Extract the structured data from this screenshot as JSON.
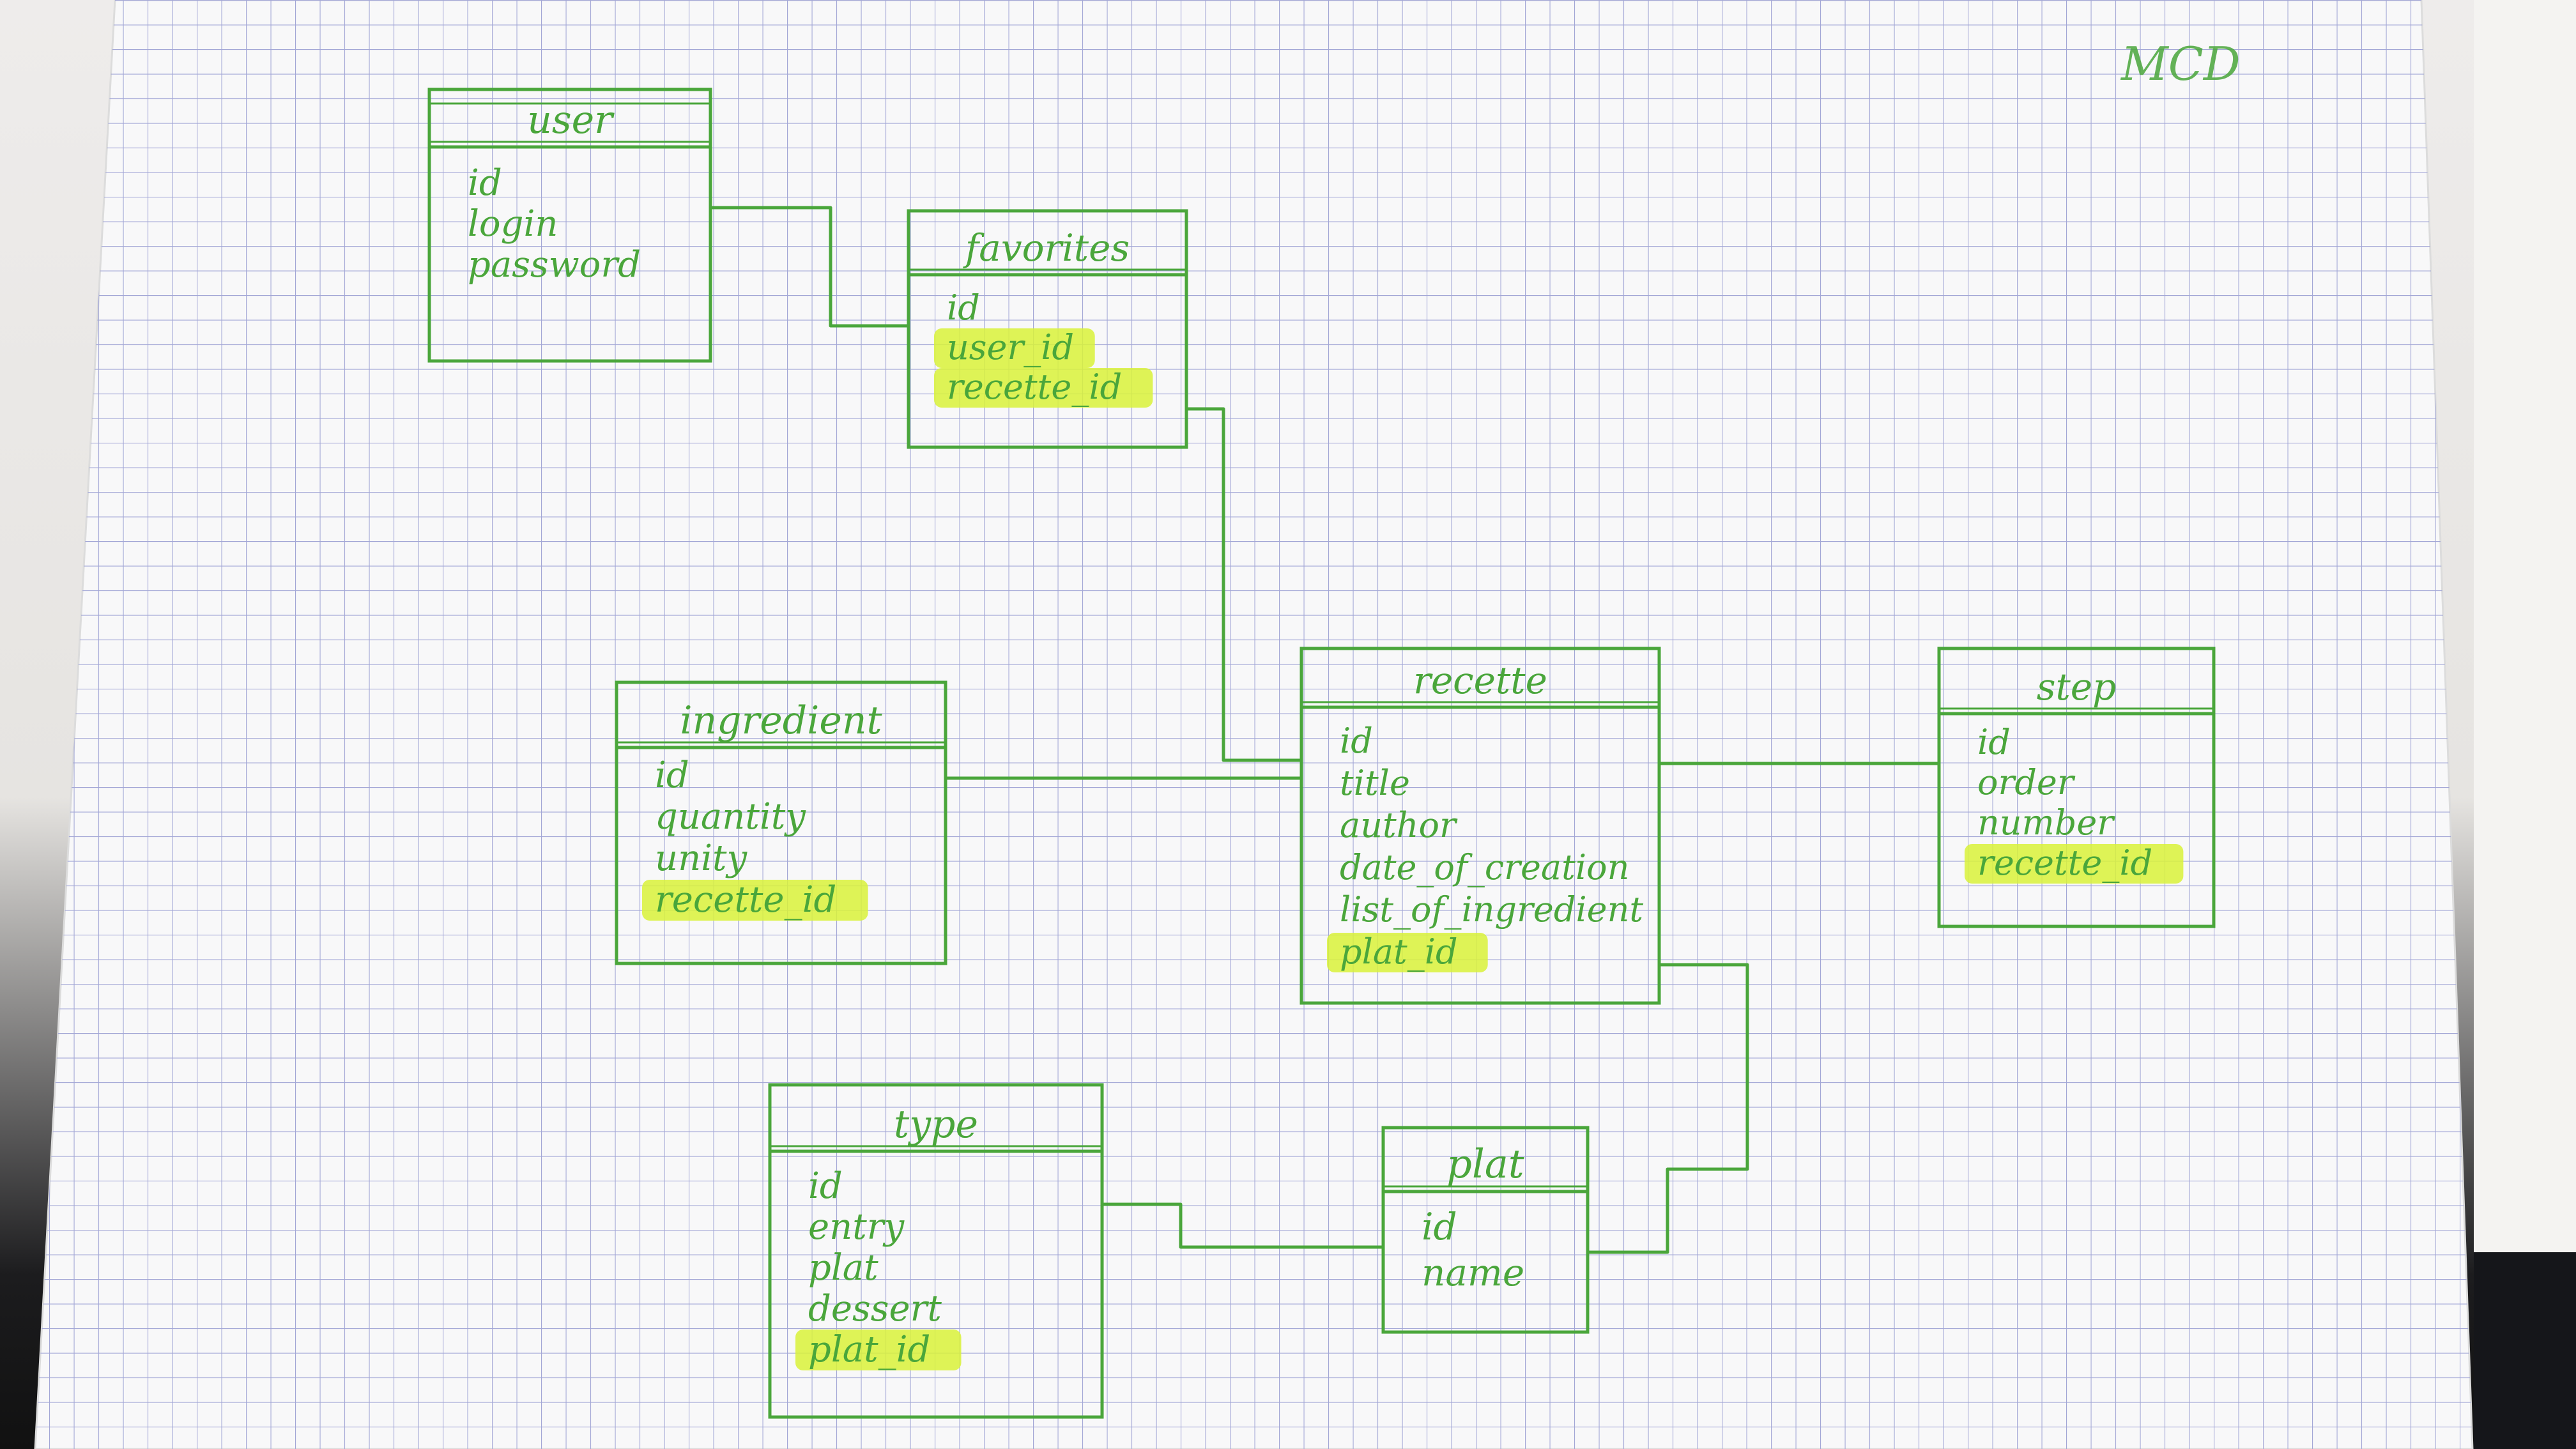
{
  "page_label": "MCD",
  "colors": {
    "ink": "#4aa63b",
    "highlight": "#d9f23a",
    "grid": "#9a9fd0",
    "paper": "#f7f7f8"
  },
  "entities": [
    {
      "key": "user",
      "name": "user",
      "attributes": [
        {
          "text": "id",
          "fk": false
        },
        {
          "text": "login",
          "fk": false
        },
        {
          "text": "password",
          "fk": false
        }
      ]
    },
    {
      "key": "favorites",
      "name": "favorites",
      "attributes": [
        {
          "text": "id",
          "fk": false
        },
        {
          "text": "user_id",
          "fk": true
        },
        {
          "text": "recette_id",
          "fk": true
        }
      ]
    },
    {
      "key": "ingredient",
      "name": "ingredient",
      "attributes": [
        {
          "text": "id",
          "fk": false
        },
        {
          "text": "quantity",
          "fk": false
        },
        {
          "text": "unity",
          "fk": false
        },
        {
          "text": "recette_id",
          "fk": true
        }
      ]
    },
    {
      "key": "recette",
      "name": "recette",
      "attributes": [
        {
          "text": "id",
          "fk": false
        },
        {
          "text": "title",
          "fk": false
        },
        {
          "text": "author",
          "fk": false
        },
        {
          "text": "date_of_creation",
          "fk": false
        },
        {
          "text": "list_of_ingredient",
          "fk": false
        },
        {
          "text": "plat_id",
          "fk": true
        }
      ]
    },
    {
      "key": "step",
      "name": "step",
      "attributes": [
        {
          "text": "id",
          "fk": false
        },
        {
          "text": "order",
          "fk": false
        },
        {
          "text": "number",
          "fk": false
        },
        {
          "text": "recette_id",
          "fk": true
        }
      ]
    },
    {
      "key": "type",
      "name": "type",
      "attributes": [
        {
          "text": "id",
          "fk": false
        },
        {
          "text": "entry",
          "fk": false
        },
        {
          "text": "plat",
          "fk": false
        },
        {
          "text": "dessert",
          "fk": false
        },
        {
          "text": "plat_id",
          "fk": true
        }
      ]
    },
    {
      "key": "plat",
      "name": "plat",
      "attributes": [
        {
          "text": "id",
          "fk": false
        },
        {
          "text": "name",
          "fk": false
        }
      ]
    }
  ],
  "relations": [
    {
      "from": "user",
      "to": "favorites"
    },
    {
      "from": "favorites",
      "to": "recette"
    },
    {
      "from": "ingredient",
      "to": "recette"
    },
    {
      "from": "recette",
      "to": "step"
    },
    {
      "from": "recette",
      "to": "plat"
    },
    {
      "from": "type",
      "to": "plat"
    }
  ]
}
